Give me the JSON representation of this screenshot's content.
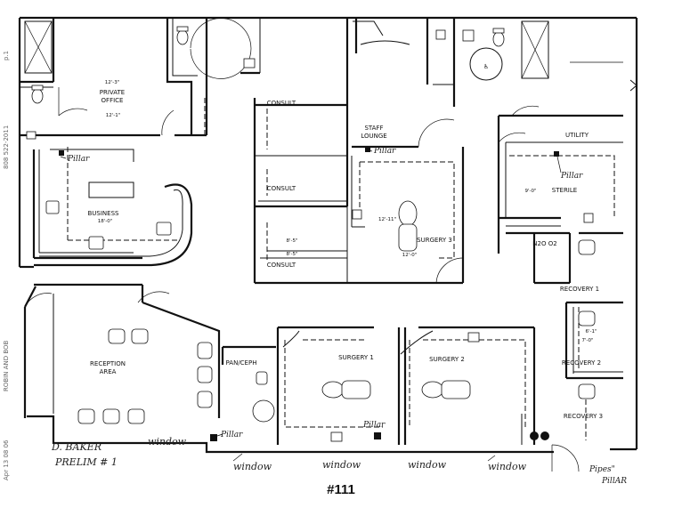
{
  "rooms": {
    "private_office": "PRIVATE\nOFFICE",
    "consult_1": "CONSULT",
    "consult_2": "CONSULT",
    "consult_3": "CONSULT",
    "staff_lounge": "STAFF\nLOUNGE",
    "utility": "UTILITY",
    "sterile": "STERILE",
    "business": "BUSINESS",
    "surgery_3": "SURGERY 3",
    "n2o_o2": "N2O O2",
    "recovery_1": "RECOVERY 1",
    "recovery_2": "RECOVERY 2",
    "recovery_3": "RECOVERY 3",
    "reception": "RECEPTION\nAREA",
    "pan_ceph": "PAN/CEPH",
    "surgery_1": "SURGERY 1",
    "surgery_2": "SURGERY 2"
  },
  "dimensions": {
    "office_w": "12'-3\"",
    "office_d": "12'-1\"",
    "business": "18'-0\"",
    "sterile": "9'-0\"",
    "surgery3_d": "12'-11\"",
    "surgery3_w": "12'-0\"",
    "consult_a": "8'-5\"",
    "consult_b": "8'-5\"",
    "recovery_a": "6'-1\"",
    "recovery_b": "7'-0\""
  },
  "handwritten": {
    "pillar_1": "Pillar",
    "pillar_2": "Pillar",
    "pillar_3": "Pillar",
    "pillar_4": "Pillar",
    "pillar_5": "Pillar",
    "d_baker": "D. BAKER",
    "prelim": "PRELIM # 1",
    "window_1": "window",
    "window_2": "window",
    "window_3": "window",
    "window_4": "window",
    "window_5": "window",
    "pipes_1": "Pipes\"",
    "pipes_2": "PillAR"
  },
  "plan_number": "#111",
  "side_margin": {
    "page": "p.1",
    "date": "Apr 13 08 06",
    "names": "ROBIN AND BOB",
    "fax": "808 522-2011"
  }
}
